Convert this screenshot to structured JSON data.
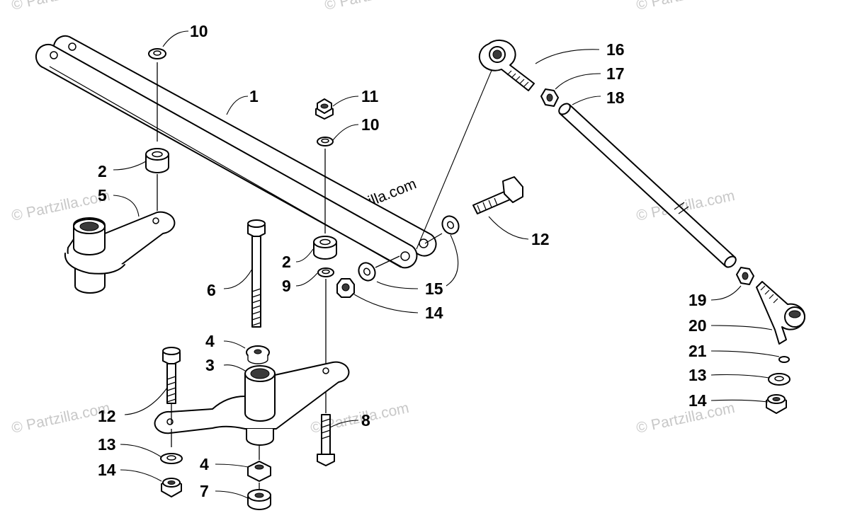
{
  "watermark": {
    "text": "© Partzilla.com"
  },
  "callouts": {
    "c1": "1",
    "c2a": "2",
    "c2b": "2",
    "c3": "3",
    "c4a": "4",
    "c4b": "4",
    "c5": "5",
    "c6": "6",
    "c7": "7",
    "c8": "8",
    "c9": "9",
    "c10a": "10",
    "c10b": "10",
    "c11": "11",
    "c12a": "12",
    "c12b": "12",
    "c13a": "13",
    "c13b": "13",
    "c14a": "14",
    "c14b": "14",
    "c14c": "14",
    "c15": "15",
    "c16": "16",
    "c17": "17",
    "c18": "18",
    "c19": "19",
    "c20": "20",
    "c21": "21"
  },
  "colors": {
    "line": "#000000",
    "watermark": "#c8c8c8",
    "background": "#ffffff"
  }
}
